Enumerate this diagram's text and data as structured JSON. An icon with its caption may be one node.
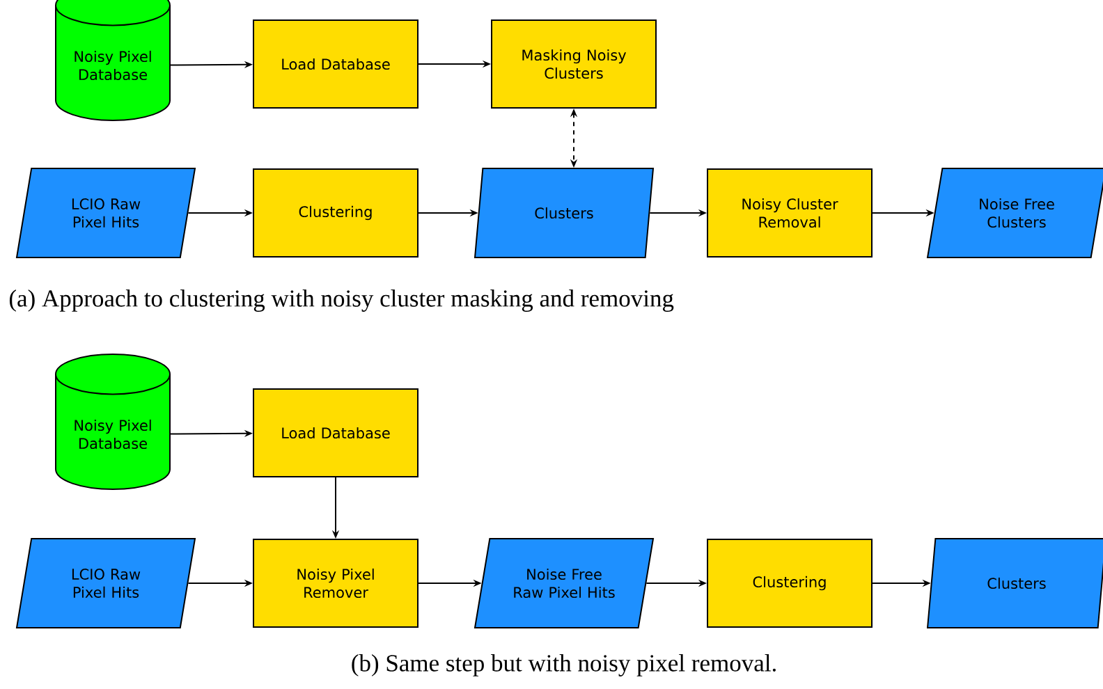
{
  "diagram": {
    "nodes": [
      {
        "text": [
          "Noisy Pixel Database"
        ]
      },
      {
        "text": [
          "Load Database"
        ]
      },
      {
        "text": [
          "Masking Noisy Clusters"
        ]
      },
      {
        "text": [
          "LCIO Raw Pixel Hits"
        ]
      },
      {
        "text": [
          "Clustering"
        ]
      },
      {
        "text": [
          "Clusters"
        ]
      },
      {
        "text": [
          "Noisy Cluster Removal"
        ]
      },
      {
        "text": [
          "Noise Free Clusters"
        ]
      },
      {
        "text": [
          "Noisy Pixel Database"
        ]
      },
      {
        "text": [
          "Load Database"
        ]
      },
      {
        "text": [
          "LCIO Raw Pixel Hits"
        ]
      },
      {
        "text": [
          "Noisy Pixel Remover"
        ]
      },
      {
        "text": [
          "Noise Free Raw Pixel Hits"
        ]
      },
      {
        "text": [
          "Clustering"
        ]
      },
      {
        "text": [
          "Clusters"
        ]
      }
    ],
    "edges": [
      {
        "from": 0,
        "to": 1,
        "arrow": "to"
      },
      {
        "from": 1,
        "to": 2,
        "arrow": "to"
      },
      {
        "from": 2,
        "to": 5,
        "arrow": "both",
        "style": "dashed"
      },
      {
        "from": 3,
        "to": 4,
        "arrow": "to"
      },
      {
        "from": 4,
        "to": 5,
        "arrow": "to"
      },
      {
        "from": 5,
        "to": 6,
        "arrow": "to"
      },
      {
        "from": 6,
        "to": 7,
        "arrow": "to"
      },
      {
        "from": 8,
        "to": 9,
        "arrow": "to"
      },
      {
        "from": 9,
        "to": 11,
        "arrow": "to"
      },
      {
        "from": 10,
        "to": 11,
        "arrow": "to"
      },
      {
        "from": 11,
        "to": 12,
        "arrow": "to"
      },
      {
        "from": 12,
        "to": 13,
        "arrow": "to"
      },
      {
        "from": 13,
        "to": 14,
        "arrow": "to"
      }
    ],
    "labels": [
      "(a) Approach to clustering with noisy cluster masking and removing",
      "(b) Same step but with noisy pixel removal."
    ]
  }
}
